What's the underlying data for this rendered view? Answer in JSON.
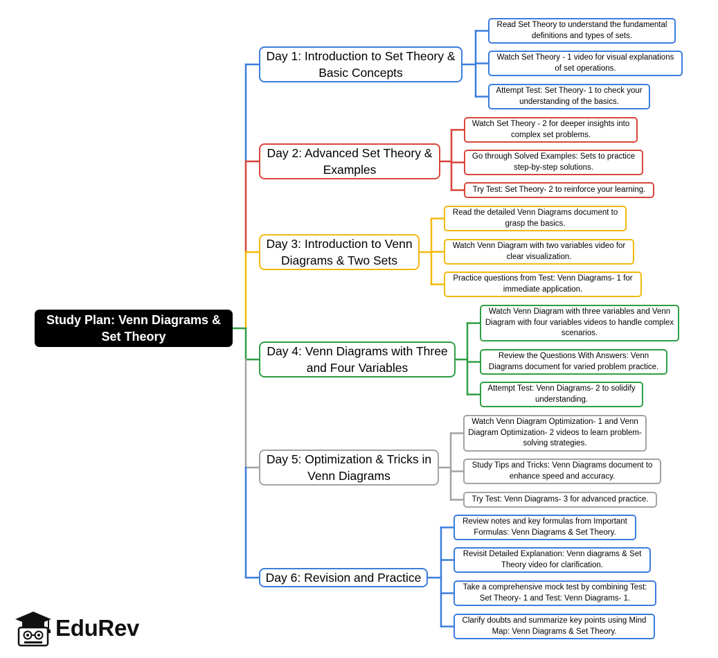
{
  "root": {
    "label": "Study Plan: Venn Diagrams & Set Theory"
  },
  "days": [
    {
      "label": "Day 1: Introduction to Set Theory & Basic Concepts",
      "color": "#3b7ddd",
      "tasks": [
        "Read Set Theory to understand the fundamental definitions and types of sets.",
        "Watch Set Theory - 1 video for visual explanations of set operations.",
        "Attempt Test: Set Theory- 1 to check your understanding of the basics."
      ]
    },
    {
      "label": "Day 2: Advanced Set Theory & Examples",
      "color": "#d9453b",
      "tasks": [
        "Watch Set Theory - 2 for deeper insights into complex set problems.",
        "Go through Solved Examples: Sets to practice step-by-step solutions.",
        "Try Test: Set Theory- 2 to reinforce your learning."
      ]
    },
    {
      "label": "Day 3: Introduction to Venn Diagrams & Two Sets",
      "color": "#f2b90f",
      "tasks": [
        "Read the detailed Venn Diagrams document to grasp the basics.",
        "Watch Venn Diagram with two variables video for clear visualization.",
        "Practice questions from Test: Venn Diagrams- 1 for immediate application."
      ]
    },
    {
      "label": "Day 4: Venn Diagrams with Three and Four Variables",
      "color": "#2e9e44",
      "tasks": [
        "Watch Venn Diagram with three variables and Venn Diagram with four variables videos to handle complex scenarios.",
        "Review the Questions With Answers: Venn Diagrams document for varied problem practice.",
        "Attempt Test: Venn Diagrams- 2 to solidify understanding."
      ]
    },
    {
      "label": "Day 5: Optimization & Tricks in Venn Diagrams",
      "color": "#a3a3a3",
      "tasks": [
        "Watch Venn Diagram Optimization- 1 and Venn Diagram Optimization- 2 videos to learn problem-solving strategies.",
        "Study Tips and Tricks: Venn Diagrams document to enhance speed and accuracy.",
        "Try Test: Venn Diagrams- 3 for advanced practice."
      ]
    },
    {
      "label": "Day 6: Revision and Practice",
      "color": "#3b7ddd",
      "tasks": [
        "Review notes and key formulas from Important Formulas: Venn Diagrams & Set Theory.",
        "Revisit Detailed Explanation: Venn diagrams & Set Theory video for clarification.",
        "Take a comprehensive mock test by combining Test: Set Theory- 1 and Test: Venn Diagrams- 1.",
        "Clarify doubts and summarize key points using Mind Map: Venn Diagrams & Set Theory."
      ]
    }
  ],
  "brand": {
    "name": "EduRev",
    "icon": "graduation-cap-icon"
  }
}
